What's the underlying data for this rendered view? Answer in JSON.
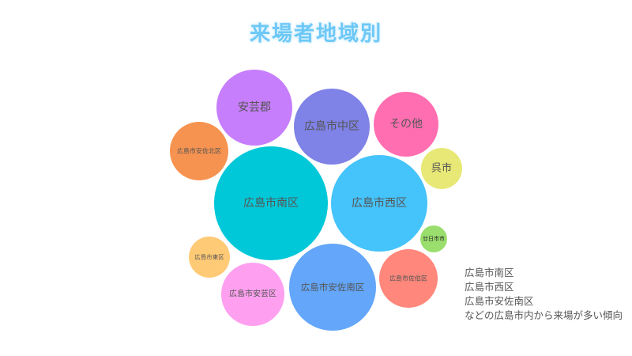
{
  "chart_data": {
    "type": "bubble",
    "title": "来場者地域別",
    "text_color": "#555555",
    "bubbles": [
      {
        "label": "広島市南区",
        "value": 5184,
        "color": "#00c8d8"
      },
      {
        "label": "広島市西区",
        "value": 3721,
        "color": "#45c3fb"
      },
      {
        "label": "広島市安佐南区",
        "value": 3025,
        "color": "#63a6fa"
      },
      {
        "label": "安芸郡",
        "value": 2304,
        "color": "#c77efc"
      },
      {
        "label": "広島市中区",
        "value": 2304,
        "color": "#7f82e6"
      },
      {
        "label": "その他",
        "value": 1681,
        "color": "#ff6eb0"
      },
      {
        "label": "広島市安芸区",
        "value": 1600,
        "color": "#fea0ef"
      },
      {
        "label": "広島市安佐北区",
        "value": 1369,
        "color": "#f79350"
      },
      {
        "label": "広島市佐伯区",
        "value": 1369,
        "color": "#ff877b"
      },
      {
        "label": "呉市",
        "value": 676,
        "color": "#e8e877"
      },
      {
        "label": "広島市東区",
        "value": 676,
        "color": "#ffca75"
      },
      {
        "label": "廿日市市",
        "value": 289,
        "color": "#9ade6d"
      }
    ]
  },
  "note": {
    "lines": [
      "広島市南区",
      "広島市西区",
      "広島市安佐南区",
      "などの広島市内から来場が多い傾向"
    ]
  }
}
